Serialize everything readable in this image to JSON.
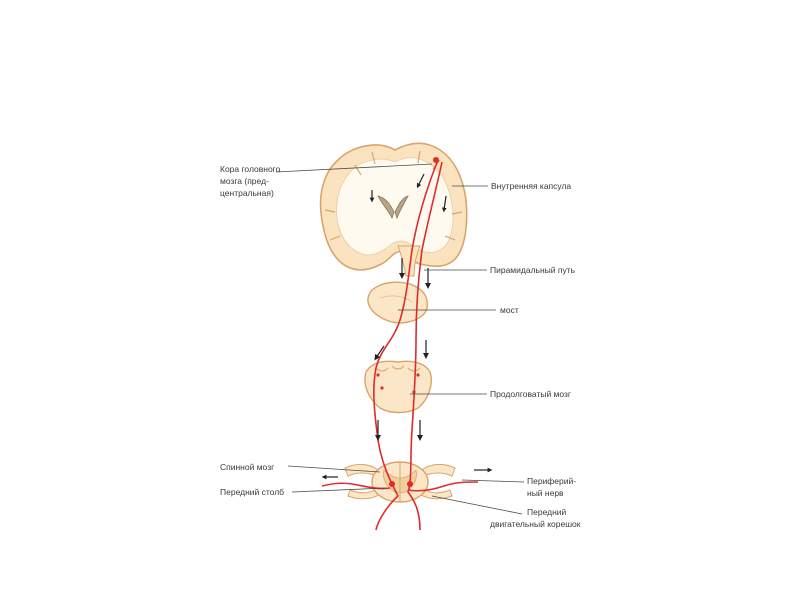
{
  "labels": {
    "cortex_line1": "Кора головного",
    "cortex_line2": "мозга (пред-",
    "cortex_line3": "центральная)",
    "internal_capsule": "Внутренняя капсула",
    "pyramidal_tract": "Пирамидальный путь",
    "pons": "мост",
    "medulla": "Продолговатый мозг",
    "spinal_cord": "Спинной мозг",
    "anterior_horn": "Передний столб",
    "peripheral_nerve_line1": "Периферий-",
    "peripheral_nerve_line2": "ный нерв",
    "anterior_root_line1": "Передний",
    "anterior_root_line2": "двигательный корешок"
  },
  "colors": {
    "tract": "#e02b2b",
    "tissue_outline": "#d9a46a",
    "tissue_fill": "#fbe7c8",
    "white_matter": "#fffaf0"
  }
}
